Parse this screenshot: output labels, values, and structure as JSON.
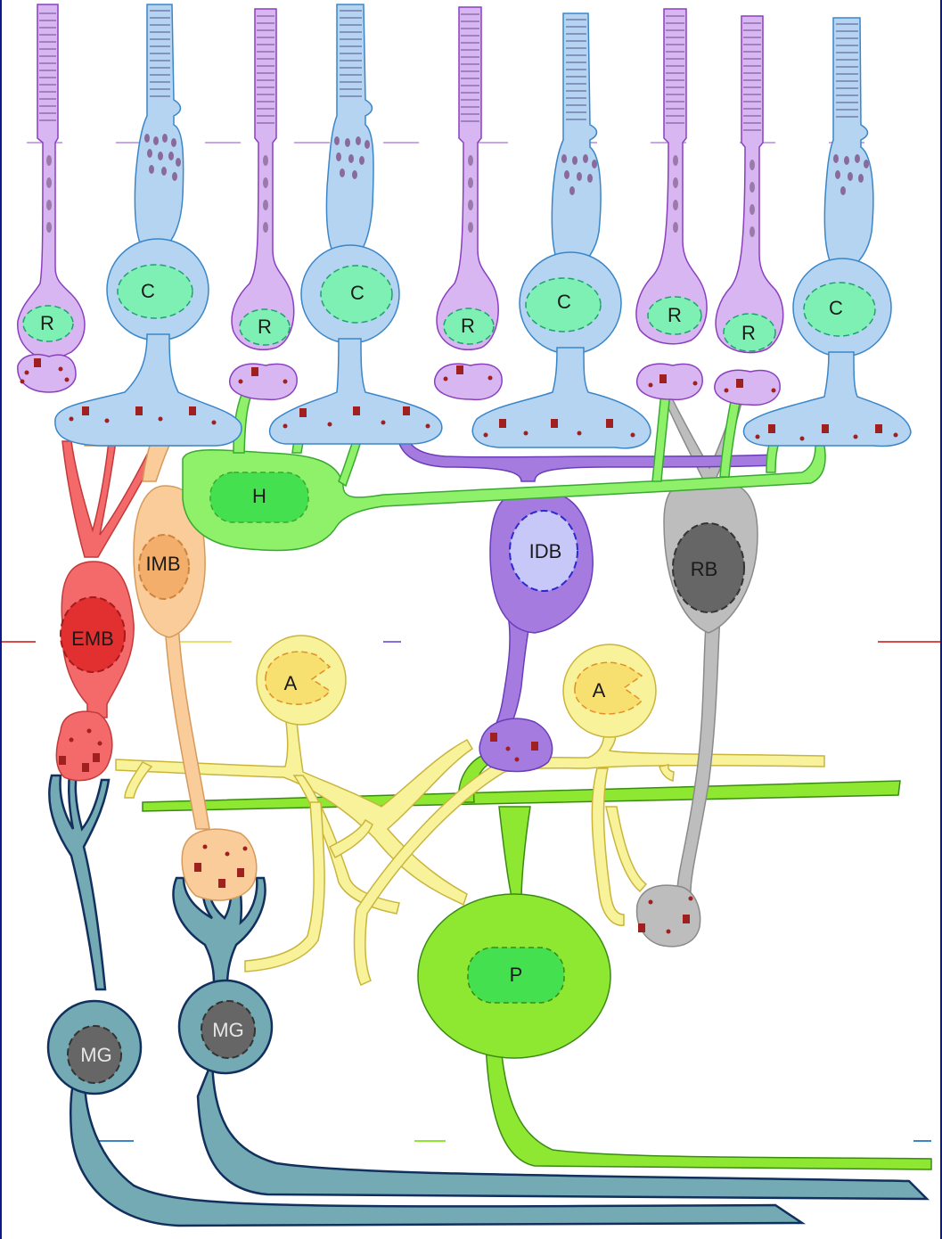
{
  "colors": {
    "rod": "#d8b6f2",
    "rod_stroke": "#8b3fbf",
    "cone": "#b4d4f2",
    "cone_stroke": "#3a86c8",
    "nucleus_green": "#7ff0b4",
    "horizontal": "#8ff06a",
    "horizontal_nucleus": "#44e050",
    "emb": "#f46a6a",
    "imb": "#f9cc9a",
    "idb": "#a57be0",
    "rb": "#bdbdbd",
    "amacrine": "#f8f29a",
    "parasol": "#8ee832",
    "muller": "#74aab4",
    "muller_stroke": "#12305e",
    "frame": "#0a1a8c"
  },
  "labels": {
    "rod": "R",
    "cone": "C",
    "horizontal": "H",
    "imb": "IMB",
    "emb": "EMB",
    "idb": "IDB",
    "rb": "RB",
    "amacrine": "A",
    "parasol": "P",
    "muller": "MG"
  }
}
